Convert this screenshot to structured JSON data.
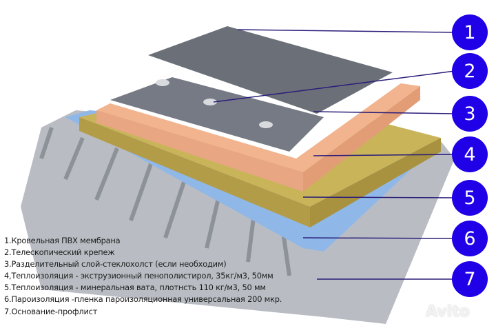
{
  "legend": [
    "1.Кровельная ПВХ мембрана",
    "2.Телескопический крепеж",
    "3.Разделительный слой-стеклохолст (если необходим)",
    "4,Теплоизоляция - экструзионный пенополистирол, 35кг/м3, 50мм",
    "5.Теплоизоляция - минеральная вата, плотнсть 110 кг/м3, 50 мм",
    "6.Пароизоляция -пленка пароизоляционная универсальная 200 мкр.",
    "7.Основание-профлист"
  ],
  "badges": [
    "1",
    "2",
    "3",
    "4",
    "5",
    "6",
    "7"
  ],
  "watermark": "Avito",
  "colors": {
    "badge": "#2000e6",
    "leader": "#2a1d7a",
    "membrane": "#6b6f78",
    "xps": "#f2b48e",
    "wool": "#c9b45a",
    "vapor": "#8fb8e8",
    "deck": "#b8bcc2"
  }
}
